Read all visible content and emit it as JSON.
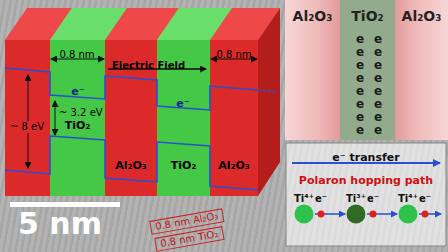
{
  "diagram": {
    "nodes": [
      {
        "text": [
          "TiO₂"
        ]
      },
      {
        "text": [
          "Al₂O₃"
        ]
      },
      {
        "text": [
          "TiO₂"
        ]
      },
      {
        "text": [
          "Al₂O₃"
        ]
      },
      {
        "text": [
          "Al₂O₃"
        ]
      },
      {
        "text": [
          "TiO₂"
        ]
      },
      {
        "text": [
          "Al₂O₃"
        ]
      },
      {
        "text": [
          "e⁻ transfer",
          "Polaron hopping path"
        ]
      },
      {
        "text": [
          "Ti⁴⁺"
        ],
        "in": 7
      },
      {
        "text": [
          "Ti³⁺"
        ],
        "in": 7
      },
      {
        "text": [
          "Ti⁴⁺"
        ],
        "in": 7
      }
    ],
    "edges": [
      {
        "from": 8,
        "to": 9,
        "arrow": "to",
        "label": "e⁻"
      },
      {
        "from": 9,
        "to": 10,
        "arrow": "to",
        "label": "e⁻"
      }
    ],
    "labels": [
      "0.8 nm",
      "Electric Field",
      "0.8 nm",
      "~ 8 eV",
      "~ 3.2 eV",
      "e⁻",
      "e⁻",
      "e",
      "e",
      "e",
      "e",
      "e",
      "e",
      "e",
      "e",
      "e",
      "e",
      "e",
      "e",
      "e",
      "e",
      "e",
      "e",
      "e⁻",
      "0.8 nm Al₂O₃",
      "0.8 nm TiO₂",
      "5 nm"
    ]
  }
}
